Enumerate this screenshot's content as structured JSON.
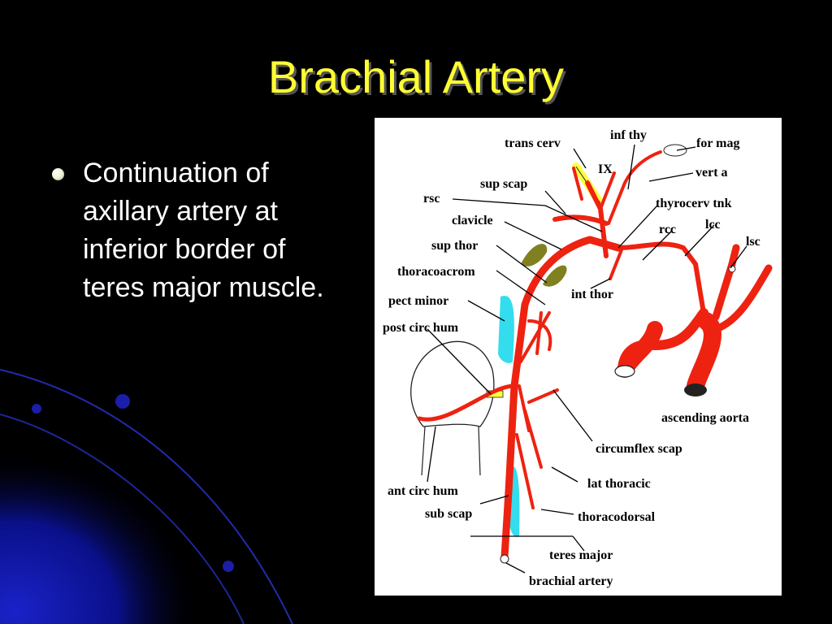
{
  "slide": {
    "title": "Brachial Artery",
    "bullets": [
      "Continuation of axillary artery at inferior border of teres major muscle."
    ]
  },
  "diagram": {
    "labels": {
      "trans_cerv": "trans cerv",
      "inf_thy": "inf thy",
      "for_mag": "for mag",
      "ix": "IX",
      "vert_a": "vert a",
      "sup_scap": "sup scap",
      "rsc": "rsc",
      "thyrocerv_tnk": "thyrocerv tnk",
      "clavicle": "clavicle",
      "rcc": "rcc",
      "lcc": "lcc",
      "sup_thor": "sup thor",
      "lsc": "lsc",
      "thoracoacrom": "thoracoacrom",
      "int_thor": "int thor",
      "pect_minor": "pect minor",
      "post_circ_hum": "post circ hum",
      "ascending_aorta": "ascending aorta",
      "circumflex_scap": "circumflex scap",
      "lat_thoracic": "lat thoracic",
      "ant_circ_hum": "ant circ hum",
      "sub_scap": "sub scap",
      "thoracodorsal": "thoracodorsal",
      "teres_major": "teres major",
      "brachial_artery": "brachial artery"
    },
    "colors": {
      "artery": "#ee2211",
      "muscle_olive": "#808020",
      "muscle_cyan": "#33ddee",
      "nerve_yellow": "#ffff44"
    }
  }
}
